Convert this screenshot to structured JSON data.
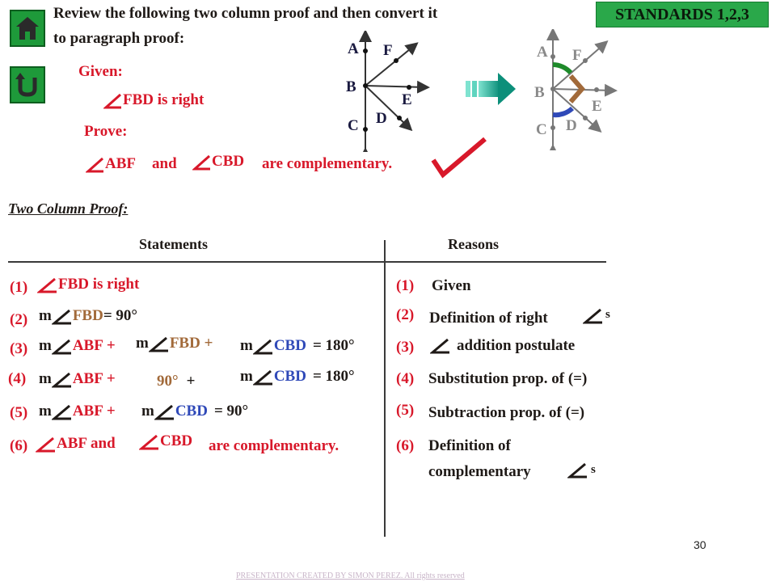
{
  "header": {
    "instruction_line1": "Review the following two column proof and then convert it",
    "instruction_line2": "to paragraph proof:",
    "standards_badge": "STANDARDS 1,2,3"
  },
  "nav": {
    "home_icon": "home-icon",
    "back_icon": "u-turn-back-icon"
  },
  "given_prove": {
    "given_label": "Given:",
    "given_statement": "FBD is right",
    "prove_label": "Prove:",
    "prove_angle1": "ABF",
    "prove_and": "and",
    "prove_angle2": "CBD",
    "prove_tail": "are complementary."
  },
  "figure_left": {
    "points": [
      "A",
      "F",
      "B",
      "E",
      "C",
      "D"
    ]
  },
  "figure_right": {
    "points": [
      "A",
      "F",
      "B",
      "E",
      "C",
      "D"
    ]
  },
  "proof": {
    "title": "Two Column Proof:",
    "statements_header": "Statements",
    "reasons_header": "Reasons",
    "rows": [
      {
        "num": "(1)",
        "rnum": "(1)",
        "reason": "Given"
      },
      {
        "num": "(2)",
        "rnum": "(2)",
        "reason": "Definition of right",
        "reason_suffix": "s"
      },
      {
        "num": "(3)",
        "rnum": "(3)",
        "reason": "addition postulate"
      },
      {
        "num": "(4)",
        "rnum": "(4)",
        "reason": "Substitution prop. of (=)"
      },
      {
        "num": "(5)",
        "rnum": "(5)",
        "reason": "Subtraction prop. of (=)"
      },
      {
        "num": "(6)",
        "rnum": "(6)",
        "reason_line1": "Definition of",
        "reason_line2": "complementary",
        "reason_suffix": "s"
      }
    ],
    "s1": {
      "text": "FBD is right"
    },
    "s2": {
      "m": "m",
      "angle": "FBD",
      "eq": "= 90°"
    },
    "s3": {
      "m1": "m",
      "a1": "ABF +",
      "m2": "m",
      "a2": "FBD +",
      "m3": "m",
      "a3": "CBD",
      "eq": "= 180°"
    },
    "s4": {
      "m1": "m",
      "a1": "ABF +",
      "val": "90°",
      "plus": "+",
      "m3": "m",
      "a3": "CBD",
      "eq": "= 180°"
    },
    "s5": {
      "m1": "m",
      "a1": "ABF +",
      "m2": "m",
      "a2": "CBD",
      "eq": "= 90°"
    },
    "s6": {
      "a1": "ABF and",
      "a2": "CBD",
      "tail": "are complementary."
    }
  },
  "page_number": "30",
  "footer": "PRESENTATION CREATED BY SIMON PEREZ. All rights reserved",
  "colors": {
    "red": "#d8182a",
    "brown": "#a26a3a",
    "blue": "#2f49b8",
    "green": "#2aa84a"
  }
}
